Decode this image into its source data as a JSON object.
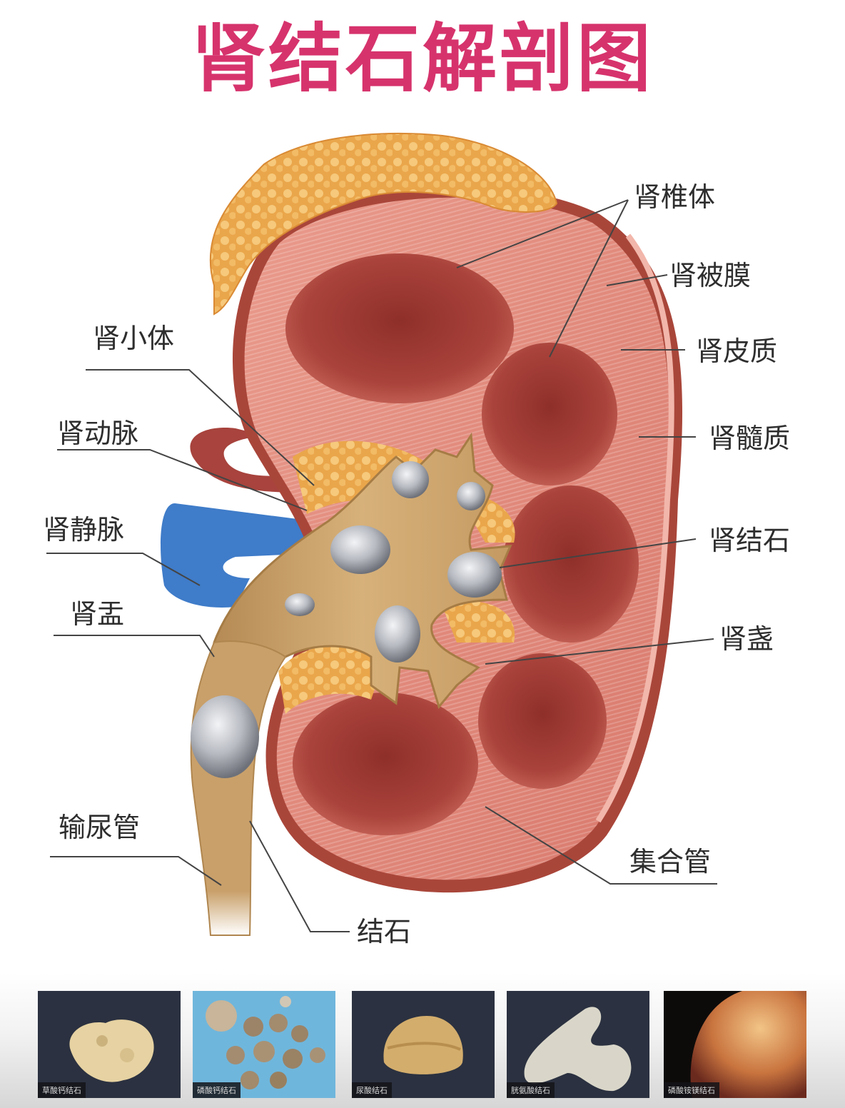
{
  "title": {
    "text": "肾结石解剖图",
    "color": "#d6336c"
  },
  "labels": {
    "renal_pyramid": "肾椎体",
    "renal_capsule": "肾被膜",
    "renal_cortex": "肾皮质",
    "renal_medulla": "肾髓质",
    "kidney_stone": "肾结石",
    "renal_calyx": "肾盏",
    "collecting_duct": "集合管",
    "renal_corpuscle": "肾小体",
    "renal_artery": "肾动脉",
    "renal_vein": "肾静脉",
    "renal_pelvis": "肾盂",
    "ureter": "输尿管",
    "stone": "结石"
  },
  "stone_types": [
    {
      "caption": "草酸钙结石",
      "bg": "#2b3140"
    },
    {
      "caption": "磷酸钙结石",
      "bg": "#6fb6dc"
    },
    {
      "caption": "尿酸结石",
      "bg": "#2b3140"
    },
    {
      "caption": "胱氨酸结石",
      "bg": "#2b3140"
    },
    {
      "caption": "磷酸铵镁结石",
      "bg": "#0d0b0a"
    }
  ],
  "colors": {
    "kidney_outer": "#b04a3c",
    "cortex": "#e0877a",
    "pyramid": "#a9413a",
    "pelvis": "#c9a06a",
    "fat": "#e8a44a",
    "artery": "#a8433d",
    "vein": "#3f7cc9",
    "stone": "#b9bcc2",
    "leader_line": "#444444"
  }
}
